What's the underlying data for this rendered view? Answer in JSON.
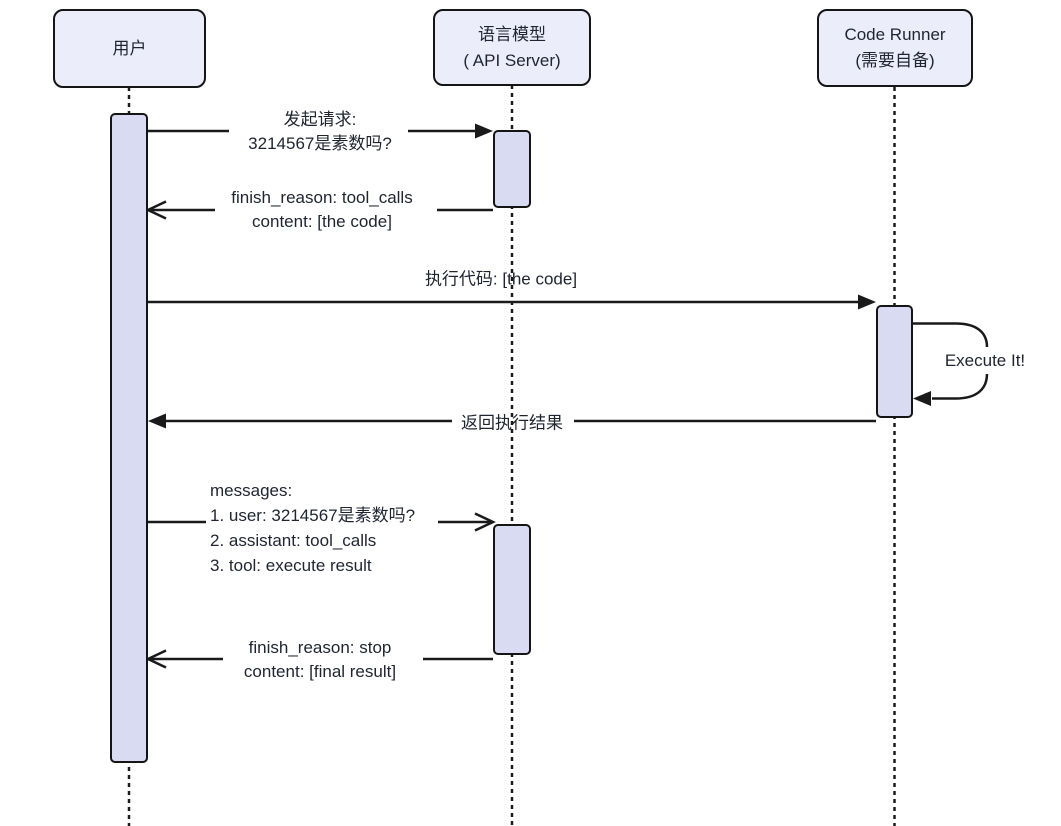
{
  "diagram": {
    "type": "sequence-diagram",
    "background": "#ffffff",
    "colors": {
      "actor_fill": "#ECEDFB",
      "actor_border": "#151515",
      "activation_fill": "#D9DBF2",
      "line": "#1a1a1a",
      "text": "#1f2430"
    },
    "actors": {
      "user": {
        "name": "用户"
      },
      "llm": {
        "name": "语言模型",
        "subtitle": "( API Server)"
      },
      "runner": {
        "name": "Code Runner",
        "subtitle": "(需要自备)"
      }
    },
    "messages": {
      "m1": {
        "from": "user",
        "to": "llm",
        "arrow": "filled",
        "line1": "发起请求:",
        "line2": "3214567是素数吗?"
      },
      "m2": {
        "from": "llm",
        "to": "user",
        "arrow": "open",
        "line1": "finish_reason: tool_calls",
        "line2": "content: [the code]"
      },
      "m3": {
        "from": "user",
        "to": "runner",
        "arrow": "filled",
        "text": "执行代码: [the code]"
      },
      "loop": {
        "on": "runner",
        "arrow": "filled",
        "text": "Execute It!"
      },
      "m5": {
        "from": "runner",
        "to": "user",
        "arrow": "filled",
        "text": "返回执行结果"
      },
      "m6": {
        "from": "user",
        "to": "llm",
        "arrow": "open",
        "line1": "messages:",
        "line2": "1. user: 3214567是素数吗?",
        "line3": "2. assistant: tool_calls",
        "line4": "3. tool: execute result"
      },
      "m7": {
        "from": "llm",
        "to": "user",
        "arrow": "open",
        "line1": "finish_reason: stop",
        "line2": "content: [final result]"
      }
    }
  }
}
